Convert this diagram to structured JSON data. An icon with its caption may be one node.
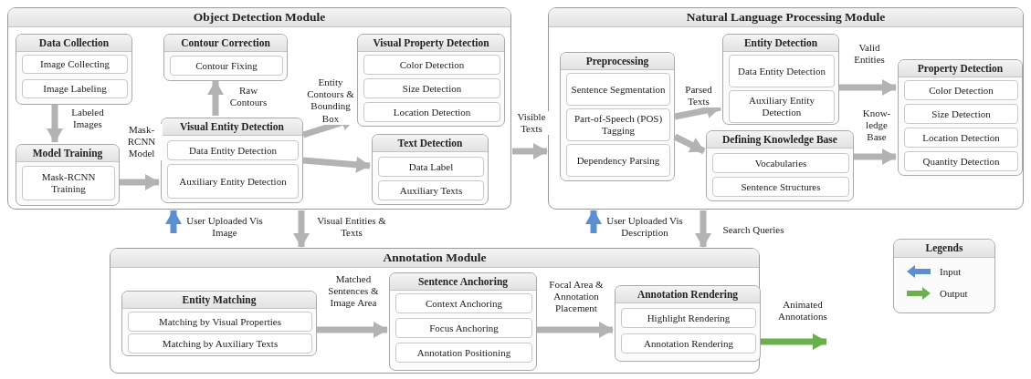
{
  "diagram": {
    "nodes": [
      {
        "text": [
          "Object Detection Module"
        ]
      },
      {
        "text": [
          "Data Collection"
        ],
        "in": 0
      },
      {
        "text": [
          "Image Collecting"
        ],
        "in": 1
      },
      {
        "text": [
          "Image Labeling"
        ],
        "in": 1
      },
      {
        "text": [
          "Model Training"
        ],
        "in": 0
      },
      {
        "text": [
          "Mask-RCNN Training"
        ],
        "in": 4
      },
      {
        "text": [
          "Contour Correction"
        ],
        "in": 0
      },
      {
        "text": [
          "Contour Fixing"
        ],
        "in": 6
      },
      {
        "text": [
          "Visual Entity Detection"
        ],
        "in": 0
      },
      {
        "text": [
          "Data Entity Detection"
        ],
        "in": 8
      },
      {
        "text": [
          "Auxiliary Entity Detection"
        ],
        "in": 8
      },
      {
        "text": [
          "Visual Property Detection"
        ],
        "in": 0
      },
      {
        "text": [
          "Color Detection"
        ],
        "in": 11
      },
      {
        "text": [
          "Size Detection"
        ],
        "in": 11
      },
      {
        "text": [
          "Location Detection"
        ],
        "in": 11
      },
      {
        "text": [
          "Text Detection"
        ],
        "in": 0
      },
      {
        "text": [
          "Data Label"
        ],
        "in": 15
      },
      {
        "text": [
          "Auxiliary Texts"
        ],
        "in": 15
      },
      {
        "text": [
          "Natural Language Processing Module"
        ]
      },
      {
        "text": [
          "Preprocessing"
        ],
        "in": 18
      },
      {
        "text": [
          "Sentence Segmentation"
        ],
        "in": 19
      },
      {
        "text": [
          "Part-of-Speech (POS) Tagging"
        ],
        "in": 19
      },
      {
        "text": [
          "Dependency Parsing"
        ],
        "in": 19
      },
      {
        "text": [
          "Entity Detection"
        ],
        "in": 18
      },
      {
        "text": [
          "Data Entity Detection"
        ],
        "in": 23
      },
      {
        "text": [
          "Auxiliary Entity Detection"
        ],
        "in": 23
      },
      {
        "text": [
          "Defining Knowledge Base"
        ],
        "in": 18
      },
      {
        "text": [
          "Vocabularies"
        ],
        "in": 26
      },
      {
        "text": [
          "Sentence Structures"
        ],
        "in": 26
      },
      {
        "text": [
          "Property Detection"
        ],
        "in": 18
      },
      {
        "text": [
          "Color Detection"
        ],
        "in": 29
      },
      {
        "text": [
          "Size Detection"
        ],
        "in": 29
      },
      {
        "text": [
          "Location Detection"
        ],
        "in": 29
      },
      {
        "text": [
          "Quantity Detection"
        ],
        "in": 29
      },
      {
        "text": [
          "Annotation Module"
        ]
      },
      {
        "text": [
          "Entity Matching"
        ],
        "in": 34
      },
      {
        "text": [
          "Matching by Visual Properties"
        ],
        "in": 35
      },
      {
        "text": [
          "Matching by Auxiliary Texts"
        ],
        "in": 35
      },
      {
        "text": [
          "Sentence Anchoring"
        ],
        "in": 34
      },
      {
        "text": [
          "Context Anchoring"
        ],
        "in": 38
      },
      {
        "text": [
          "Focus Anchoring"
        ],
        "in": 38
      },
      {
        "text": [
          "Annotation Positioning"
        ],
        "in": 38
      },
      {
        "text": [
          "Annotation Rendering"
        ],
        "in": 34
      },
      {
        "text": [
          "Highlight Rendering"
        ],
        "in": 42
      },
      {
        "text": [
          "Annotation Rendering"
        ],
        "in": 42
      }
    ],
    "edges": [
      {
        "from": 1,
        "to": 4,
        "arrow": "to",
        "label": "Labeled Images"
      },
      {
        "from": 4,
        "to": 8,
        "arrow": "to",
        "label": "Mask-RCNN Model"
      },
      {
        "from": 8,
        "to": 6,
        "arrow": "to",
        "label": "Raw Contours"
      },
      {
        "from": 8,
        "to": 11,
        "arrow": "to",
        "label": "Entity Contours & Bounding Box"
      },
      {
        "from": 8,
        "to": 15,
        "arrow": "to"
      },
      {
        "from": 0,
        "to": 18,
        "arrow": "to",
        "label": "Visible Texts"
      },
      {
        "from": 19,
        "to": 23,
        "arrow": "to",
        "label": "Parsed Texts"
      },
      {
        "from": 19,
        "to": 26,
        "arrow": "to"
      },
      {
        "from": 23,
        "to": 29,
        "arrow": "to",
        "label": "Valid Entities"
      },
      {
        "from": 26,
        "to": 29,
        "arrow": "to",
        "label": "Know-ledge Base"
      },
      {
        "from": null,
        "to": 0,
        "arrow": "to",
        "label": "User Uploaded Vis Image",
        "color": "#5b8fd0"
      },
      {
        "from": 0,
        "to": 34,
        "arrow": "to",
        "label": "Visual Entities & Texts"
      },
      {
        "from": null,
        "to": 18,
        "arrow": "to",
        "label": "User Uploaded Vis Description",
        "color": "#5b8fd0"
      },
      {
        "from": 18,
        "to": 34,
        "arrow": "to",
        "label": "Search Queries"
      },
      {
        "from": 35,
        "to": 38,
        "arrow": "to",
        "label": "Matched Sentences & Image Area"
      },
      {
        "from": 38,
        "to": 42,
        "arrow": "to",
        "label": "Focal Area & Annotation Placement"
      },
      {
        "from": 34,
        "to": null,
        "arrow": "to",
        "label": "Animated Annotations",
        "color": "#6ab04c"
      }
    ],
    "labels": [
      "Legends"
    ],
    "legend": [
      {
        "text": "Input",
        "color": "#5b8fd0"
      },
      {
        "text": "Output",
        "color": "#6ab04c"
      }
    ]
  }
}
